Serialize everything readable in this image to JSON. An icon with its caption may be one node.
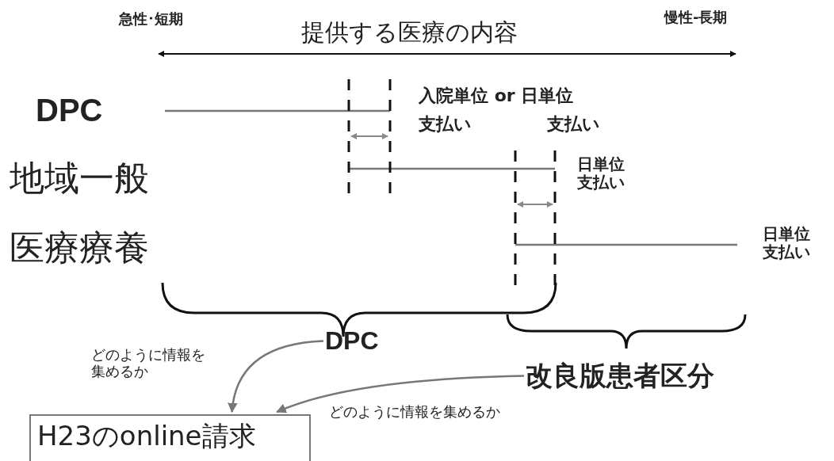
{
  "diagram": {
    "title": "提供する医療の内容",
    "nodes": [
      {
        "text": [
          "DPC"
        ]
      },
      {
        "text": [
          "地域一般"
        ]
      },
      {
        "text": [
          "医療療養"
        ]
      },
      {
        "text": [
          "DPC"
        ]
      },
      {
        "text": [
          "改良版患者区分"
        ]
      },
      {
        "text": [
          "H23のonline請求"
        ]
      }
    ],
    "edges": [
      {
        "from": 3,
        "to": 5,
        "arrow": "to",
        "label": "どのように情報を集めるか"
      },
      {
        "from": 4,
        "to": 5,
        "arrow": "to",
        "label": "どのように情報を集めるか"
      }
    ],
    "labels": [
      "急性･短期",
      "慢性-長期",
      "入院単位 or 日単位",
      "支払い",
      "支払い",
      "日単位支払い",
      "日単位支払い"
    ]
  }
}
